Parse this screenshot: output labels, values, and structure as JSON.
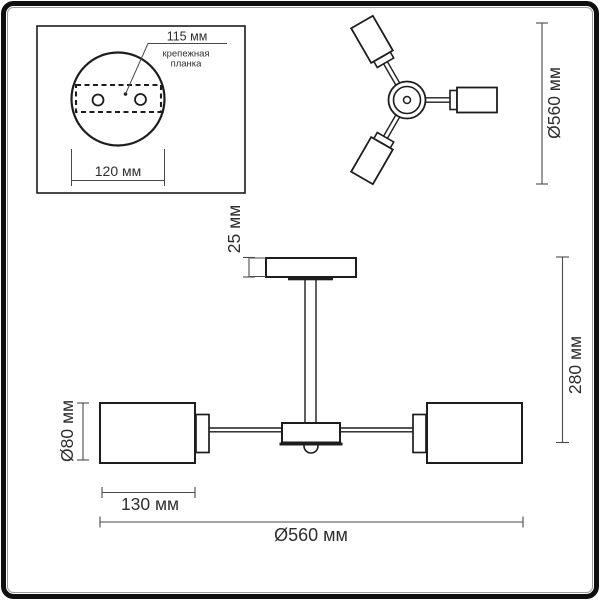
{
  "drawing": {
    "kind": "ceiling-chandelier dimension drawing",
    "colors": {
      "background": "#ffffff",
      "frame": "#0f0f0f",
      "ink": "#1d1d1d",
      "dimension_lines": "#4a4a4a",
      "text": "#2f2f2f"
    },
    "mounting_detail": {
      "offset_label": "115 мм",
      "bracket_lines": [
        "крепежная",
        "планка"
      ],
      "base_width_label": "120 мм"
    },
    "top_view": {
      "diameter_label": "Ø560 мм"
    },
    "side_view": {
      "canopy_height_label": "25 мм",
      "total_height_label": "280 мм",
      "shade_diameter_label": "Ø80 мм",
      "shade_length_label": "130 мм",
      "total_width_label": "Ø560 мм"
    }
  }
}
